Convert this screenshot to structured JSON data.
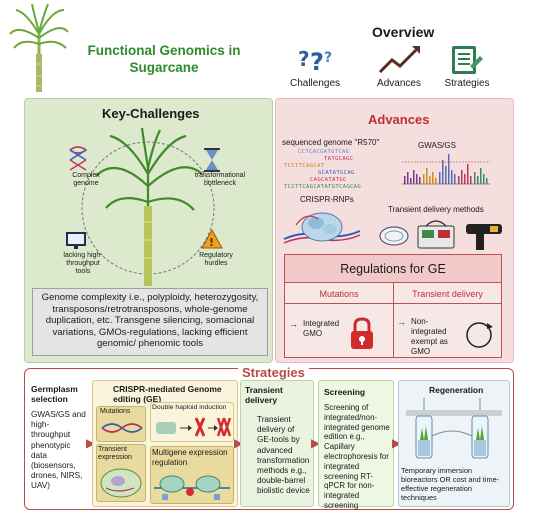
{
  "header": {
    "title": "Functional Genomics in Sugarcane",
    "overview_title": "Overview",
    "overview_items": [
      {
        "label": "Challenges",
        "icon": "question-marks-icon"
      },
      {
        "label": "Advances",
        "icon": "trend-arrow-icon"
      },
      {
        "label": "Strategies",
        "icon": "checklist-icon"
      }
    ]
  },
  "key_challenges": {
    "title": "Key-Challenges",
    "cycle_labels": {
      "complex_genome": "Complex genome",
      "transformational_bottleneck": "transformational bottleneck",
      "lacking_tools": "lacking high-throughput tools",
      "regulatory_hurdles": "Regulatory hurdles"
    },
    "summary": "Genome complexity i.e., polyploidy, heterozygosity, transposons/retrotransposons, whole-genome duplication, etc. Transgene silencing, somaclonal variations, GMOs-regulations, lacking efficient genomic/ phenomic tools"
  },
  "advances": {
    "title": "Advances",
    "genome_label": "sequenced genome \"R570\"",
    "sequence_lines": [
      "CCTCACGATGTCAG",
      "TATGCAGC",
      "TCCTTCAGCAT",
      "GCATATGCAG",
      "CAGCATATGC",
      "TCCTTCAGCATATGTCAGCAG"
    ],
    "gwas_label": "GWAS/GS",
    "crispr_label": "CRISPR-RNPs",
    "transient_label": "Transient delivery methods",
    "regulations": {
      "title": "Regulations for GE",
      "col1_header": "Mutations",
      "col2_header": "Transient delivery",
      "col1_text": "Integrated GMO",
      "col2_text": "Non-integrated exempt as GMO"
    }
  },
  "strategies": {
    "title": "Strategies",
    "germplasm": {
      "header": "Germplasm selection",
      "text": "GWAS/GS and high-throughput phenotypic data (biosensors, drones, NIRS, UAV)"
    },
    "crispr": {
      "header": "CRISPR-mediated Genome editing (GE)",
      "mutations_label": "Mutations",
      "double_haploid_label": "Double haploid induction",
      "transient_label": "Transient expression",
      "multigene_label": "Multigene expression regulation"
    },
    "transient_delivery": {
      "header": "Transient delivery",
      "text": "Transient delivery of GE-tools by advanced transformation methods e.g., double-barrel biolistic device"
    },
    "screening": {
      "header": "Screening",
      "text": "Screening of integrated/non-integrated genome edition e.g., Capillary electrophoresis for integrated screening RT-qPCR for non-integrated screening"
    },
    "regeneration": {
      "header": "Regeneration",
      "text": "Temporary immersion bioreactors OR cost and time-effective regeneration techniques"
    }
  },
  "colors": {
    "title_green": "#2e8b2e",
    "challenge_panel": "#dde9cc",
    "advance_panel": "#f4dede",
    "strategy_border": "#b84a4a",
    "lock_red": "#d02b2b"
  }
}
